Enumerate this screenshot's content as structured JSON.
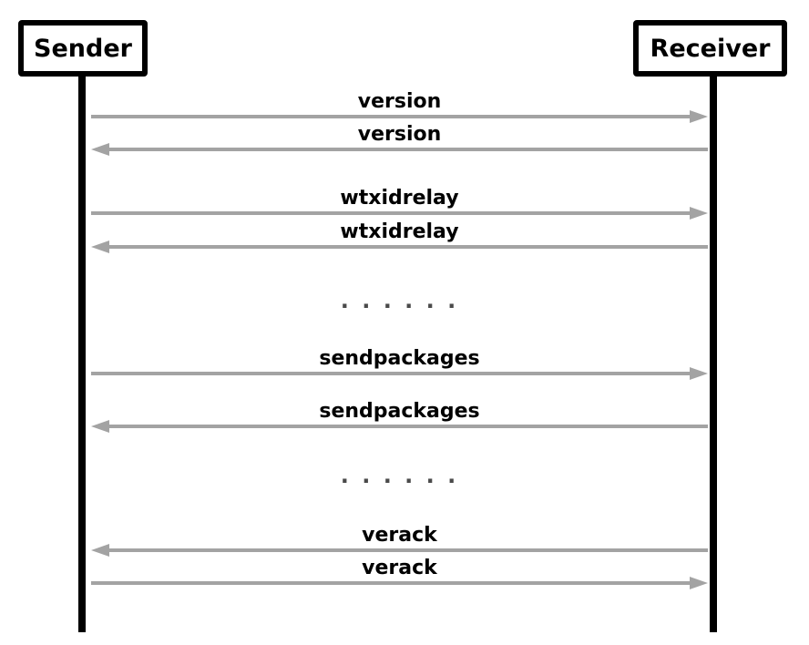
{
  "diagram": {
    "type": "sequence-diagram",
    "actors": [
      {
        "name": "Sender"
      },
      {
        "name": "Receiver"
      }
    ],
    "colors": {
      "arrow": "#a3a3a3",
      "lifeline": "#000000",
      "text": "#000000",
      "ellipsis": "#4a4a4a",
      "background": "#ffffff"
    },
    "messages": [
      {
        "type": "message",
        "label": "version",
        "from": "Sender",
        "to": "Receiver",
        "direction": "right"
      },
      {
        "type": "message",
        "label": "version",
        "from": "Receiver",
        "to": "Sender",
        "direction": "left"
      },
      {
        "type": "message",
        "label": "wtxidrelay",
        "from": "Sender",
        "to": "Receiver",
        "direction": "right"
      },
      {
        "type": "message",
        "label": "wtxidrelay",
        "from": "Receiver",
        "to": "Sender",
        "direction": "left"
      },
      {
        "type": "ellipsis",
        "label": ". . . . . ."
      },
      {
        "type": "message",
        "label": "sendpackages",
        "from": "Sender",
        "to": "Receiver",
        "direction": "right"
      },
      {
        "type": "message",
        "label": "sendpackages",
        "from": "Receiver",
        "to": "Sender",
        "direction": "left"
      },
      {
        "type": "ellipsis",
        "label": ". . . . . ."
      },
      {
        "type": "message",
        "label": "verack",
        "from": "Receiver",
        "to": "Sender",
        "direction": "left"
      },
      {
        "type": "message",
        "label": "verack",
        "from": "Sender",
        "to": "Receiver",
        "direction": "right"
      }
    ]
  }
}
